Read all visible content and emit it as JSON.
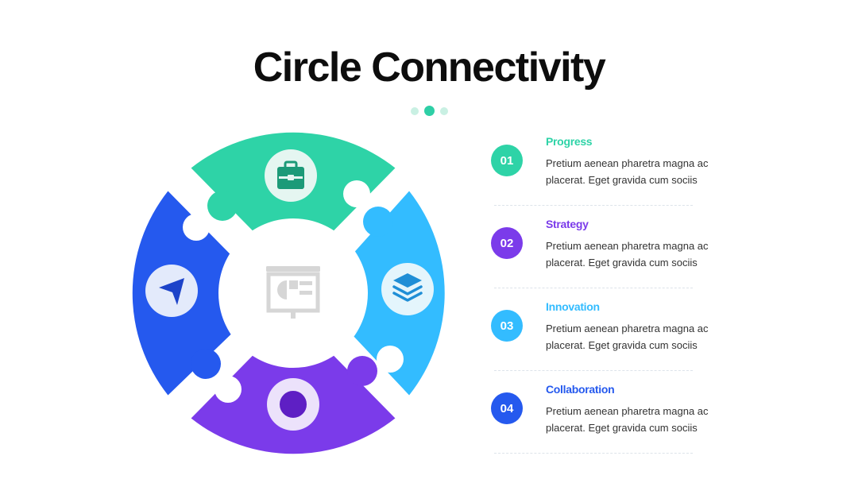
{
  "title": "Circle Connectivity",
  "colors": {
    "green": "#2ed3a7",
    "cyan": "#33bcff",
    "purple": "#7b3bea",
    "blue": "#2559ee",
    "center_icon": "#d6d6d6"
  },
  "pagination": {
    "count": 3,
    "active": 1
  },
  "diagram": {
    "center_icon": "presentation-board-icon",
    "segments": [
      {
        "position": "top",
        "icon": "briefcase-icon",
        "color": "#2ed3a7"
      },
      {
        "position": "right",
        "icon": "layers-icon",
        "color": "#33bcff"
      },
      {
        "position": "bottom",
        "icon": "pie-chart-icon",
        "color": "#7b3bea"
      },
      {
        "position": "left",
        "icon": "navigation-arrow-icon",
        "color": "#2559ee"
      }
    ]
  },
  "items": [
    {
      "number": "01",
      "title": "Progress",
      "text": "Pretium aenean pharetra magna ac placerat. Eget gravida cum sociis",
      "color": "#2ed3a7"
    },
    {
      "number": "02",
      "title": "Strategy",
      "text": "Pretium aenean pharetra magna ac placerat. Eget gravida cum sociis",
      "color": "#7b3bea"
    },
    {
      "number": "03",
      "title": "Innovation",
      "text": "Pretium aenean pharetra magna ac placerat. Eget gravida cum sociis",
      "color": "#33bcff"
    },
    {
      "number": "04",
      "title": "Collaboration",
      "text": "Pretium aenean pharetra magna ac placerat. Eget gravida cum sociis",
      "color": "#2559ee"
    }
  ]
}
